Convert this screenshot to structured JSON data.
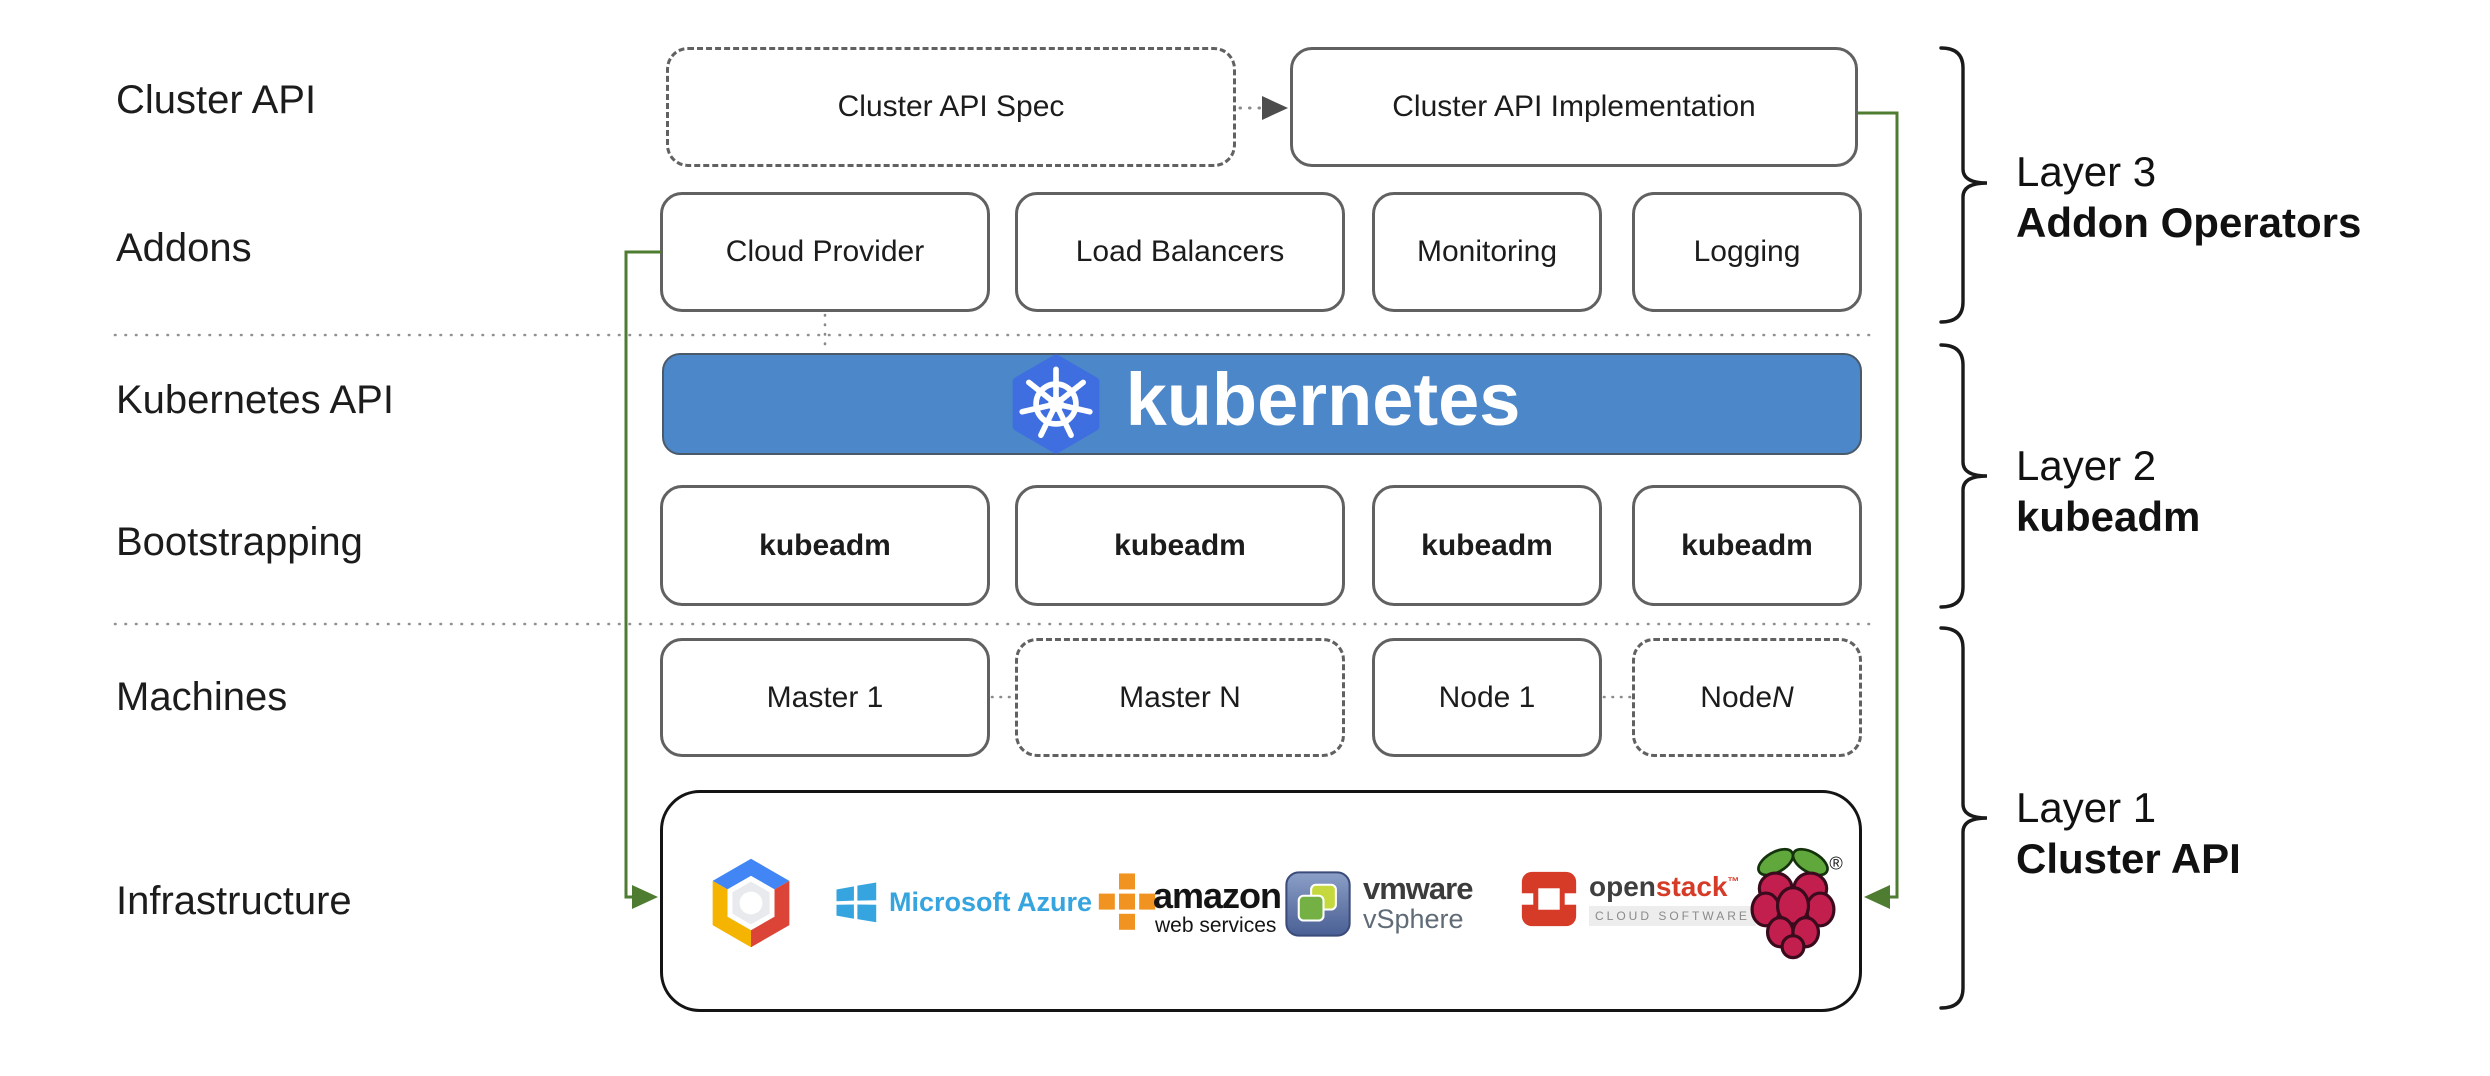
{
  "left_labels": {
    "cluster_api": "Cluster API",
    "addons": "Addons",
    "kubernetes_api": "Kubernetes API",
    "bootstrapping": "Bootstrapping",
    "machines": "Machines",
    "infrastructure": "Infrastructure"
  },
  "top_row": {
    "spec": "Cluster API Spec",
    "implementation": "Cluster API Implementation"
  },
  "addons_row": [
    "Cloud Provider",
    "Load Balancers",
    "Monitoring",
    "Logging"
  ],
  "kubernetes_banner": {
    "wordmark": "kubernetes"
  },
  "bootstrapping_row": [
    "kubeadm",
    "kubeadm",
    "kubeadm",
    "kubeadm"
  ],
  "machines_row": {
    "master_1": "Master 1",
    "master_n": "Master N",
    "node_1": "Node 1",
    "node_n_prefix": "Node ",
    "node_n_suffix": "N"
  },
  "infrastructure_row": {
    "provider_icons": [
      "google-cloud-icon",
      "microsoft-azure-icon",
      "aws-icon",
      "vmware-vsphere-icon",
      "openstack-icon",
      "raspberry-pi-icon"
    ],
    "azure_text": "Microsoft Azure",
    "aws_text": "amazon",
    "aws_subtext": "web services",
    "vmware_text": "vmware",
    "vmware_subtext": "vSphere",
    "openstack_text_open": "open",
    "openstack_text_stack": "stack",
    "openstack_tm": "™",
    "openstack_subtext": "CLOUD SOFTWARE",
    "raspberry_reg": "®"
  },
  "layer_labels": [
    {
      "line1": "Layer 3",
      "line2": "Addon Operators"
    },
    {
      "line1": "Layer 2",
      "line2": "kubeadm"
    },
    {
      "line1": "Layer 1",
      "line2": "Cluster API"
    }
  ],
  "colors": {
    "connector_green": "#4e7c31",
    "banner_blue": "#4c87c9",
    "kubernetes_hex_blue": "#3e6ee0",
    "box_border_gray": "#616161",
    "separator_gray": "#909090",
    "azure_blue": "#36a4de",
    "aws_orange": "#f19321",
    "openstack_red": "#d63b27",
    "raspberry_magenta": "#c21f4e",
    "leaf_green": "#61a83c",
    "gcp_blue": "#4285f4",
    "gcp_red": "#db4437",
    "gcp_yellow": "#f4b400"
  }
}
